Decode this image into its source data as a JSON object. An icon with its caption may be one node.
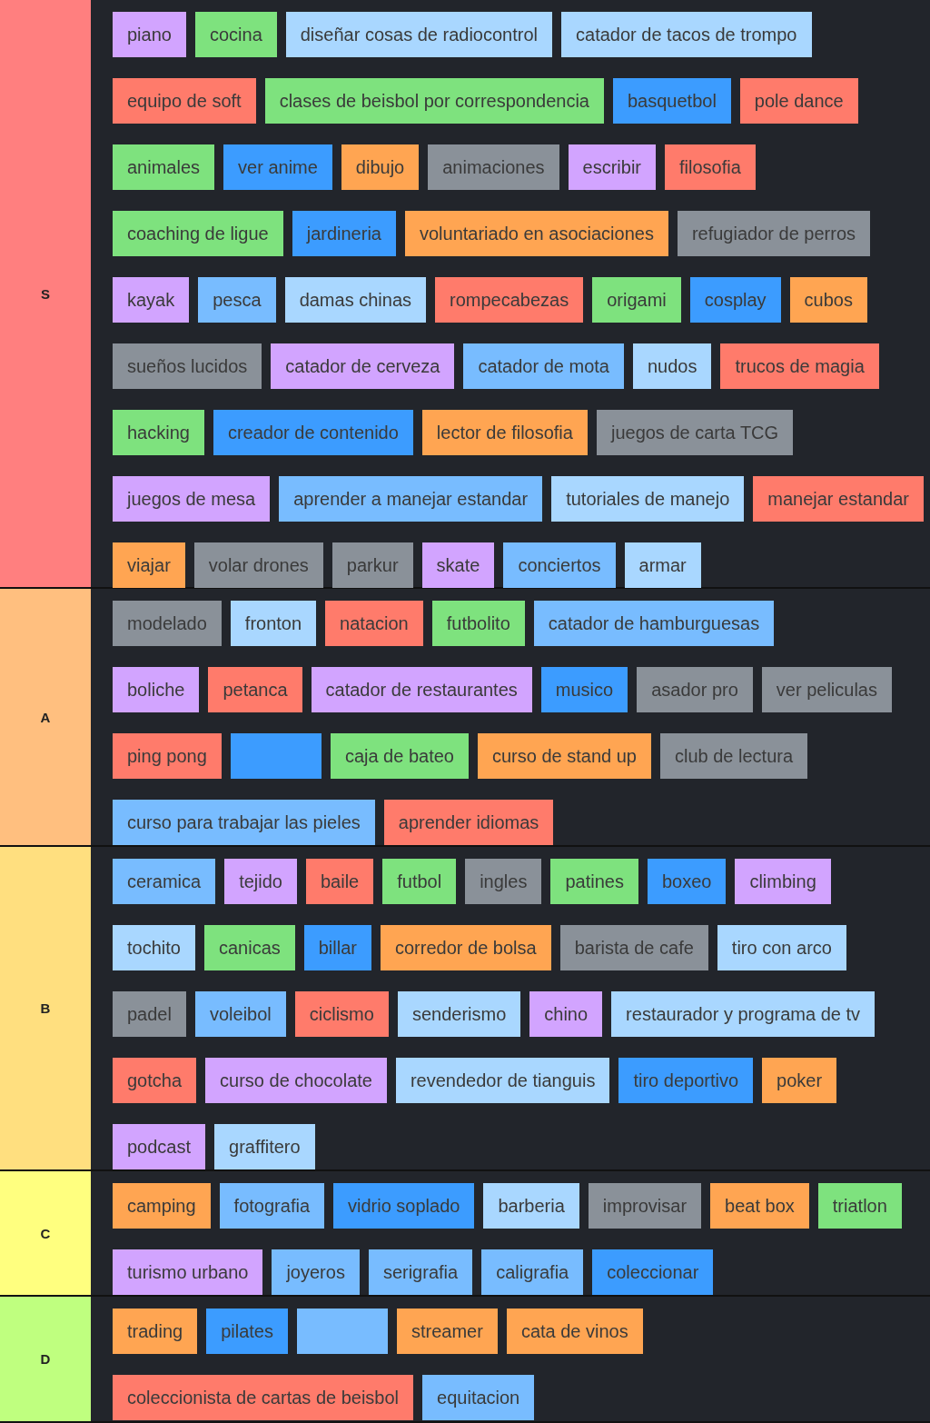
{
  "diagram": {
    "nodes": [
      {
        "text": [
          "S"
        ]
      },
      {
        "text": [
          "piano"
        ],
        "in": 0
      },
      {
        "text": [
          "cocina"
        ],
        "in": 0
      },
      {
        "text": [
          "diseñar cosas de radiocontrol"
        ],
        "in": 0
      },
      {
        "text": [
          "catador de tacos de trompo"
        ],
        "in": 0
      },
      {
        "text": [
          "equipo de soft"
        ],
        "in": 0
      },
      {
        "text": [
          "clases de beisbol por correspondencia"
        ],
        "in": 0
      },
      {
        "text": [
          "basquetbol"
        ],
        "in": 0
      },
      {
        "text": [
          "pole dance"
        ],
        "in": 0
      },
      {
        "text": [
          "animales"
        ],
        "in": 0
      },
      {
        "text": [
          "ver anime"
        ],
        "in": 0
      },
      {
        "text": [
          "dibujo"
        ],
        "in": 0
      },
      {
        "text": [
          "animaciones"
        ],
        "in": 0
      },
      {
        "text": [
          "escribir"
        ],
        "in": 0
      },
      {
        "text": [
          "filosofia"
        ],
        "in": 0
      },
      {
        "text": [
          "coaching de ligue"
        ],
        "in": 0
      },
      {
        "text": [
          "jardineria"
        ],
        "in": 0
      },
      {
        "text": [
          "voluntariado en asociaciones"
        ],
        "in": 0
      },
      {
        "text": [
          "refugiador de perros"
        ],
        "in": 0
      },
      {
        "text": [
          "kayak"
        ],
        "in": 0
      },
      {
        "text": [
          "pesca"
        ],
        "in": 0
      },
      {
        "text": [
          "damas chinas"
        ],
        "in": 0
      },
      {
        "text": [
          "rompecabezas"
        ],
        "in": 0
      },
      {
        "text": [
          "origami"
        ],
        "in": 0
      },
      {
        "text": [
          "cosplay"
        ],
        "in": 0
      },
      {
        "text": [
          "cubos"
        ],
        "in": 0
      },
      {
        "text": [
          "sueños lucidos"
        ],
        "in": 0
      },
      {
        "text": [
          "catador de cerveza"
        ],
        "in": 0
      },
      {
        "text": [
          "catador de mota"
        ],
        "in": 0
      },
      {
        "text": [
          "nudos"
        ],
        "in": 0
      },
      {
        "text": [
          "trucos de magia"
        ],
        "in": 0
      },
      {
        "text": [
          "hacking"
        ],
        "in": 0
      },
      {
        "text": [
          "creador de contenido"
        ],
        "in": 0
      },
      {
        "text": [
          "lector de filosofia"
        ],
        "in": 0
      },
      {
        "text": [
          "juegos de carta TCG"
        ],
        "in": 0
      },
      {
        "text": [
          "juegos de mesa"
        ],
        "in": 0
      },
      {
        "text": [
          "aprender a manejar estandar"
        ],
        "in": 0
      },
      {
        "text": [
          "tutoriales de manejo"
        ],
        "in": 0
      },
      {
        "text": [
          "manejar estandar"
        ],
        "in": 0
      },
      {
        "text": [
          "viajar"
        ],
        "in": 0
      },
      {
        "text": [
          "volar drones"
        ],
        "in": 0
      },
      {
        "text": [
          "parkur"
        ],
        "in": 0
      },
      {
        "text": [
          "skate"
        ],
        "in": 0
      },
      {
        "text": [
          "conciertos"
        ],
        "in": 0
      },
      {
        "text": [
          "armar"
        ],
        "in": 0
      },
      {
        "text": [
          "A"
        ]
      },
      {
        "text": [
          "modelado"
        ],
        "in": 45
      },
      {
        "text": [
          "fronton"
        ],
        "in": 45
      },
      {
        "text": [
          "natacion"
        ],
        "in": 45
      },
      {
        "text": [
          "futbolito"
        ],
        "in": 45
      },
      {
        "text": [
          "catador de hamburguesas"
        ],
        "in": 45
      },
      {
        "text": [
          "boliche"
        ],
        "in": 45
      },
      {
        "text": [
          "petanca"
        ],
        "in": 45
      },
      {
        "text": [
          "catador de restaurantes"
        ],
        "in": 45
      },
      {
        "text": [
          "musico"
        ],
        "in": 45
      },
      {
        "text": [
          "asador pro"
        ],
        "in": 45
      },
      {
        "text": [
          "ver peliculas"
        ],
        "in": 45
      },
      {
        "text": [
          "ping pong"
        ],
        "in": 45
      },
      {
        "text": [],
        "shape": "box",
        "in": 45
      },
      {
        "text": [
          "caja de bateo"
        ],
        "in": 45
      },
      {
        "text": [
          "curso de stand up"
        ],
        "in": 45
      },
      {
        "text": [
          "club de lectura"
        ],
        "in": 45
      },
      {
        "text": [
          "curso para trabajar las pieles"
        ],
        "in": 45
      },
      {
        "text": [
          "aprender idiomas"
        ],
        "in": 45
      },
      {
        "text": [
          "B"
        ]
      },
      {
        "text": [
          "ceramica"
        ],
        "in": 64
      },
      {
        "text": [
          "tejido"
        ],
        "in": 64
      },
      {
        "text": [
          "baile"
        ],
        "in": 64
      },
      {
        "text": [
          "futbol"
        ],
        "in": 64
      },
      {
        "text": [
          "ingles"
        ],
        "in": 64
      },
      {
        "text": [
          "patines"
        ],
        "in": 64
      },
      {
        "text": [
          "boxeo"
        ],
        "in": 64
      },
      {
        "text": [
          "climbing"
        ],
        "in": 64
      },
      {
        "text": [
          "tochito"
        ],
        "in": 64
      },
      {
        "text": [
          "canicas"
        ],
        "in": 64
      },
      {
        "text": [
          "billar"
        ],
        "in": 64
      },
      {
        "text": [
          "corredor de bolsa"
        ],
        "in": 64
      },
      {
        "text": [
          "barista de cafe"
        ],
        "in": 64
      },
      {
        "text": [
          "tiro con arco"
        ],
        "in": 64
      },
      {
        "text": [
          "padel"
        ],
        "in": 64
      },
      {
        "text": [
          "voleibol"
        ],
        "in": 64
      },
      {
        "text": [
          "ciclismo"
        ],
        "in": 64
      },
      {
        "text": [
          "senderismo"
        ],
        "in": 64
      },
      {
        "text": [
          "chino"
        ],
        "in": 64
      },
      {
        "text": [
          "restaurador y programa de tv"
        ],
        "in": 64
      },
      {
        "text": [
          "gotcha"
        ],
        "in": 64
      },
      {
        "text": [
          "curso de chocolate"
        ],
        "in": 64
      },
      {
        "text": [
          "revendedor de tianguis"
        ],
        "in": 64
      },
      {
        "text": [
          "tiro deportivo"
        ],
        "in": 64
      },
      {
        "text": [
          "poker"
        ],
        "in": 64
      },
      {
        "text": [
          "podcast"
        ],
        "in": 64
      },
      {
        "text": [
          "graffitero"
        ],
        "in": 64
      },
      {
        "text": [
          "C"
        ]
      },
      {
        "text": [
          "camping"
        ],
        "in": 92
      },
      {
        "text": [
          "fotografia"
        ],
        "in": 92
      },
      {
        "text": [
          "vidrio soplado"
        ],
        "in": 92
      },
      {
        "text": [
          "barberia"
        ],
        "in": 92
      },
      {
        "text": [
          "improvisar"
        ],
        "in": 92
      },
      {
        "text": [
          "beat box"
        ],
        "in": 92
      },
      {
        "text": [
          "triatlon"
        ],
        "in": 92
      },
      {
        "text": [
          "turismo urbano"
        ],
        "in": 92
      },
      {
        "text": [
          "joyeros"
        ],
        "in": 92
      },
      {
        "text": [
          "serigrafia"
        ],
        "in": 92
      },
      {
        "text": [
          "caligrafia"
        ],
        "in": 92
      },
      {
        "text": [
          "coleccionar"
        ],
        "in": 92
      },
      {
        "text": [
          "D"
        ]
      },
      {
        "text": [
          "trading"
        ],
        "in": 105
      },
      {
        "text": [
          "pilates"
        ],
        "in": 105
      },
      {
        "text": [],
        "shape": "box",
        "in": 105
      },
      {
        "text": [
          "streamer"
        ],
        "in": 105
      },
      {
        "text": [
          "cata de vinos"
        ],
        "in": 105
      },
      {
        "text": [
          "coleccionista de cartas de beisbol"
        ],
        "in": 105
      },
      {
        "text": [
          "equitacion"
        ],
        "in": 105
      }
    ]
  }
}
